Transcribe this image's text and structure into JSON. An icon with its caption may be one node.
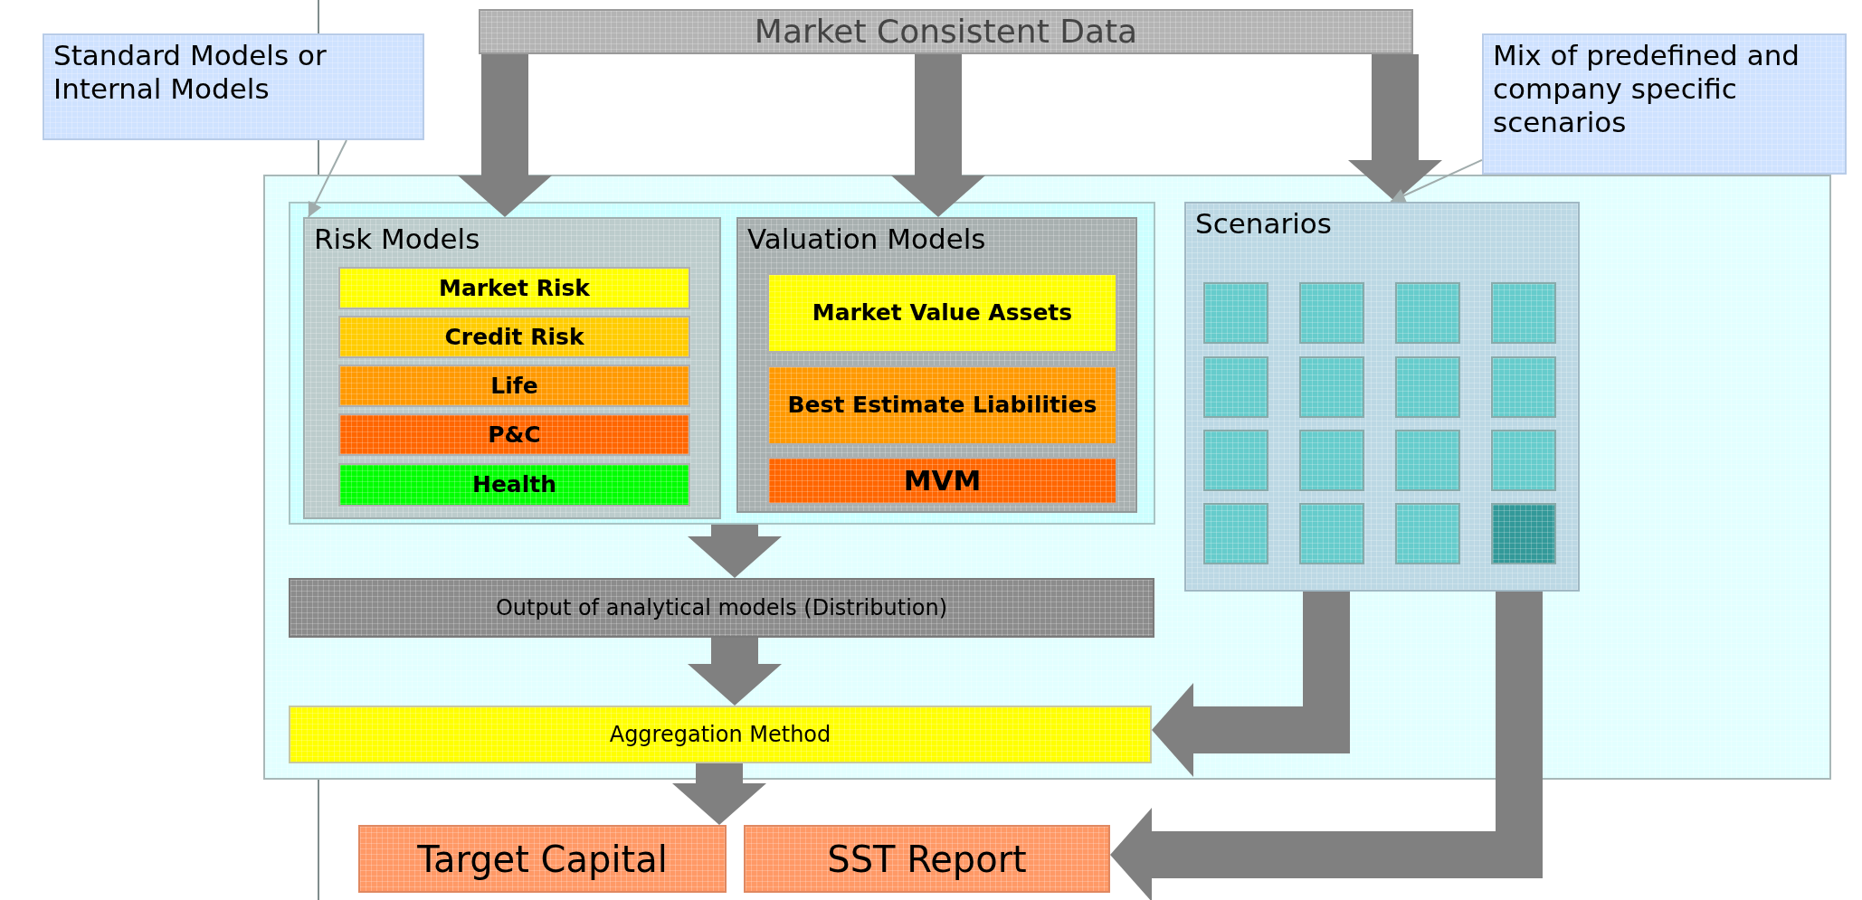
{
  "diagram": {
    "nodes": [
      {
        "text": [
          "Market Consistent Data"
        ]
      },
      {
        "text": [
          "Standard Models or Internal Models"
        ]
      },
      {
        "text": [
          "Mix of predefined and company specific scenarios"
        ]
      },
      {
        "text": [],
        "shape": "box"
      },
      {
        "text": [],
        "shape": "box",
        "in": 3
      },
      {
        "text": [
          "Risk Models"
        ],
        "in": 4
      },
      {
        "text": [
          "Market Risk"
        ],
        "in": 5
      },
      {
        "text": [
          "Credit Risk"
        ],
        "in": 5
      },
      {
        "text": [
          "Life"
        ],
        "in": 5
      },
      {
        "text": [
          "P&C"
        ],
        "in": 5
      },
      {
        "text": [
          "Health"
        ],
        "in": 5
      },
      {
        "text": [
          "Valuation Models"
        ],
        "in": 4
      },
      {
        "text": [
          "Market Value Assets"
        ],
        "in": 11
      },
      {
        "text": [
          "Best Estimate Liabilities"
        ],
        "in": 11
      },
      {
        "text": [
          "MVM"
        ],
        "in": 11
      },
      {
        "text": [
          "Scenarios"
        ],
        "in": 3
      },
      {
        "text": [],
        "shape": "box",
        "in": 15
      },
      {
        "text": [],
        "shape": "box",
        "in": 15
      },
      {
        "text": [],
        "shape": "box",
        "in": 15
      },
      {
        "text": [],
        "shape": "box",
        "in": 15
      },
      {
        "text": [],
        "shape": "box",
        "in": 15
      },
      {
        "text": [],
        "shape": "box",
        "in": 15
      },
      {
        "text": [],
        "shape": "box",
        "in": 15
      },
      {
        "text": [],
        "shape": "box",
        "in": 15
      },
      {
        "text": [],
        "shape": "box",
        "in": 15
      },
      {
        "text": [],
        "shape": "box",
        "in": 15
      },
      {
        "text": [],
        "shape": "box",
        "in": 15
      },
      {
        "text": [],
        "shape": "box",
        "in": 15
      },
      {
        "text": [],
        "shape": "box",
        "in": 15
      },
      {
        "text": [],
        "shape": "box",
        "in": 15
      },
      {
        "text": [],
        "shape": "box",
        "in": 15
      },
      {
        "text": [],
        "shape": "box",
        "in": 15
      },
      {
        "text": [
          "Output of analytical models (Distribution)"
        ],
        "in": 3
      },
      {
        "text": [
          "Aggregation Method"
        ],
        "in": 3
      },
      {
        "text": [
          "Target Capital"
        ]
      },
      {
        "text": [
          "SST Report"
        ]
      }
    ],
    "edges": [
      {
        "from": 0,
        "to": 5,
        "arrow": "to"
      },
      {
        "from": 0,
        "to": 11,
        "arrow": "to"
      },
      {
        "from": 0,
        "to": 15,
        "arrow": "to"
      },
      {
        "from": 4,
        "to": 32,
        "arrow": "to"
      },
      {
        "from": 32,
        "to": 33,
        "arrow": "to"
      },
      {
        "from": 33,
        "to": 34,
        "arrow": "to"
      },
      {
        "from": 15,
        "to": 33,
        "arrow": "to"
      },
      {
        "from": 15,
        "to": 35,
        "arrow": "to"
      },
      {
        "from": 1,
        "to": 5,
        "arrow": "to",
        "color": "#a0acac"
      },
      {
        "from": 2,
        "to": 15,
        "arrow": "to",
        "color": "#a0acac"
      }
    ]
  }
}
